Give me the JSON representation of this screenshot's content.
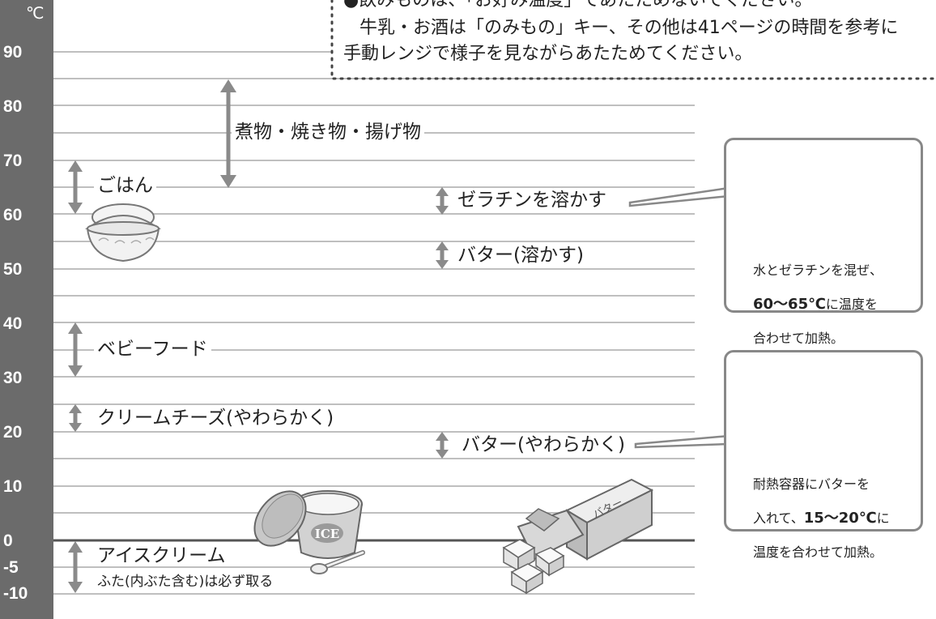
{
  "axis": {
    "unit": "℃",
    "ticks": [
      "90",
      "80",
      "70",
      "60",
      "50",
      "40",
      "30",
      "20",
      "10",
      "0",
      "-5",
      "-10"
    ]
  },
  "note": {
    "line1": "●飲みものは、「お好み温度」であたためないでください。",
    "line2": "牛乳・お酒は「のみもの」キー、その他は41ページの時間を参考に",
    "line3": "手動レンジで様子を見ながらあたためてください。"
  },
  "items": {
    "nimono": "煮物・焼き物・揚げ物",
    "gohan": "ごはん",
    "gelatin": "ゼラチンを溶かす",
    "butter_melt": "バター(溶かす)",
    "babyfood": "ベビーフード",
    "creamcheese": "クリームチーズ(やわらかく)",
    "butter_soft": "バター(やわらかく)",
    "icecream": "アイスクリーム",
    "icecream_note": "ふた(内ぶた含む)は必ず取る"
  },
  "callouts": {
    "gelatin": {
      "line1": "水とゼラチンを混ぜ、",
      "line2_bold": "60〜65℃",
      "line2_rest": "に温度を",
      "line3": "合わせて加熱。"
    },
    "butter": {
      "line1": "耐熱容器にバターを",
      "line2_pre": "入れて、",
      "line2_bold": "15〜20℃",
      "line2_rest": "に",
      "line3": "温度を合わせて加熱。"
    }
  },
  "illustrations": {
    "ice_label": "ICE",
    "butter_label": "バター"
  },
  "colors": {
    "axis_bg": "#6b6b6b",
    "grid": "#aaaaaa",
    "zero_line": "#555555",
    "arrow": "#8a8a8a",
    "callout_border": "#888888"
  }
}
